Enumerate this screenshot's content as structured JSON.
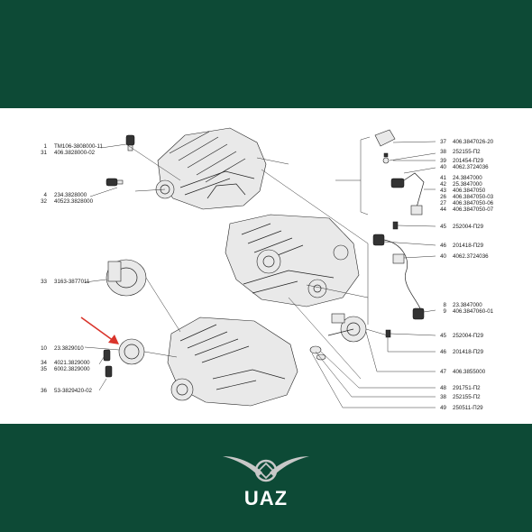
{
  "colors": {
    "brand_green": "#0d4a36",
    "panel": "#ffffff",
    "arrow": "#d9342b",
    "logo": "#c8c8c8"
  },
  "brand": {
    "name": "UAZ",
    "logo_icon": "uaz-bird-emblem-icon"
  },
  "labels": [
    {
      "num": "1",
      "code": "TM106-3808000-11"
    },
    {
      "num": "31",
      "code": "406.3828000-02"
    },
    {
      "num": "4",
      "code": "234.3828000"
    },
    {
      "num": "32",
      "code": "40523.3828000"
    },
    {
      "num": "33",
      "code": "3163-3877011"
    },
    {
      "num": "10",
      "code": "23.3829010"
    },
    {
      "num": "34",
      "code": "4021.3829000"
    },
    {
      "num": "35",
      "code": "6002.3829000"
    },
    {
      "num": "36",
      "code": "53-3829420-02"
    },
    {
      "num": "37",
      "code": "406.3847026-20"
    },
    {
      "num": "38",
      "code": "252155-П2"
    },
    {
      "num": "39",
      "code": "201454-П29"
    },
    {
      "num": "40",
      "code": "4062.3724036"
    },
    {
      "num": "41",
      "code": "24.3847000"
    },
    {
      "num": "42",
      "code": "25.3847000"
    },
    {
      "num": "43",
      "code": "406.3847050"
    },
    {
      "num": "26",
      "code": "406.3847050-03"
    },
    {
      "num": "27",
      "code": "406.3847050-06"
    },
    {
      "num": "44",
      "code": "406.3847050-07"
    },
    {
      "num": "45",
      "code": "252004-П29"
    },
    {
      "num": "46",
      "code": "201418-П29"
    },
    {
      "num": "40",
      "code": "4062.3724036"
    },
    {
      "num": "8",
      "code": "23.3847000"
    },
    {
      "num": "9",
      "code": "406.3847060-01"
    },
    {
      "num": "45",
      "code": "252004-П29"
    },
    {
      "num": "46",
      "code": "201418-П29"
    },
    {
      "num": "47",
      "code": "406.3855000"
    },
    {
      "num": "48",
      "code": "291751-П2"
    },
    {
      "num": "38",
      "code": "252155-П2"
    },
    {
      "num": "49",
      "code": "250511-П29"
    }
  ]
}
